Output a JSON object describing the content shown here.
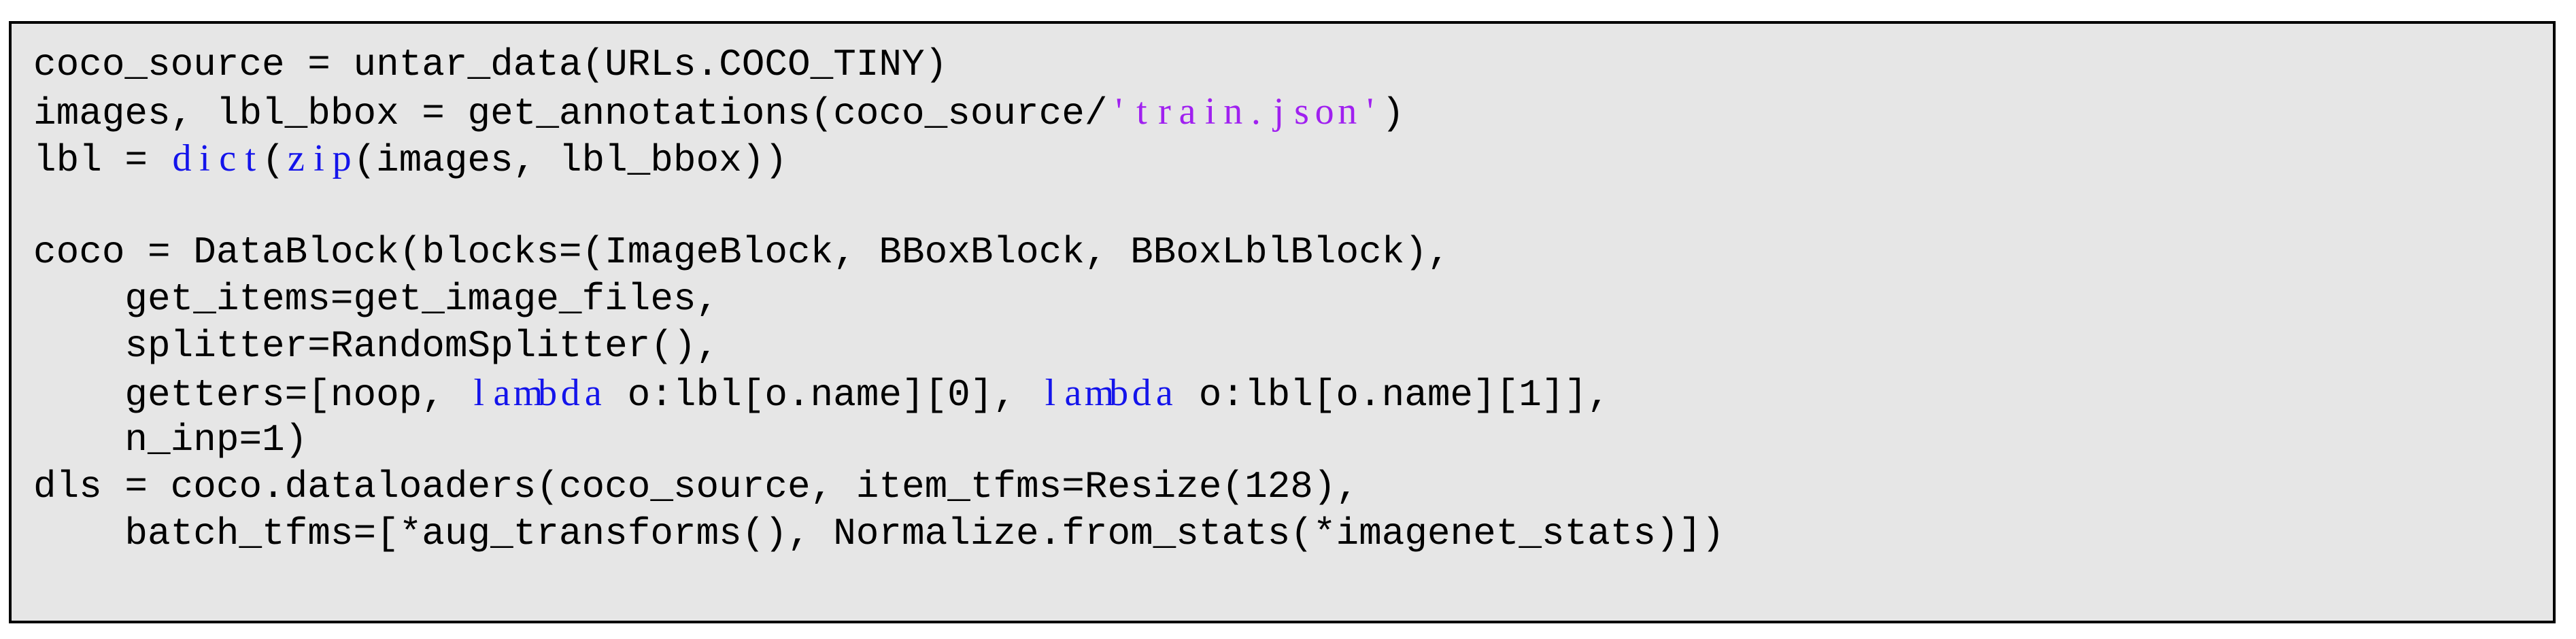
{
  "page": {
    "background": "#ffffff"
  },
  "code_block": {
    "language": "python",
    "background": "#e6e6e6",
    "border_color": "#000000",
    "text_color": "#000000",
    "keyword_color": "#1414eb",
    "string_color": "#a020f0",
    "lines": [
      {
        "segments": [
          {
            "t": "coco_source = untar_data(URLs.COCO_TINY)",
            "s": "code"
          }
        ]
      },
      {
        "segments": [
          {
            "t": "images, lbl_bbox = get_annotations(coco_source/",
            "s": "code"
          },
          {
            "t": "'train.json'",
            "s": "string"
          },
          {
            "t": ")",
            "s": "code"
          }
        ]
      },
      {
        "segments": [
          {
            "t": "lbl = ",
            "s": "code"
          },
          {
            "t": "dict",
            "s": "keyword"
          },
          {
            "t": "(",
            "s": "code"
          },
          {
            "t": "zip",
            "s": "keyword"
          },
          {
            "t": "(images, lbl_bbox))",
            "s": "code"
          }
        ]
      },
      {
        "segments": []
      },
      {
        "segments": [
          {
            "t": "coco = DataBlock(blocks=(ImageBlock, BBoxBlock, BBoxLblBlock),",
            "s": "code"
          }
        ]
      },
      {
        "segments": [
          {
            "t": "    get_items=get_image_files,",
            "s": "code"
          }
        ]
      },
      {
        "segments": [
          {
            "t": "    splitter=RandomSplitter(),",
            "s": "code"
          }
        ]
      },
      {
        "segments": [
          {
            "t": "    getters=[noop, ",
            "s": "code"
          },
          {
            "t": "lambda",
            "s": "keyword"
          },
          {
            "t": " o:lbl[o.name][0], ",
            "s": "code"
          },
          {
            "t": "lambda",
            "s": "keyword"
          },
          {
            "t": " o:lbl[o.name][1]],",
            "s": "code"
          }
        ]
      },
      {
        "segments": [
          {
            "t": "    n_inp=1)",
            "s": "code"
          }
        ]
      },
      {
        "segments": [
          {
            "t": "dls = coco.dataloaders(coco_source, item_tfms=Resize(128),",
            "s": "code"
          }
        ]
      },
      {
        "segments": [
          {
            "t": "    batch_tfms=[*aug_transforms(), Normalize.from_stats(*imagenet_stats)])",
            "s": "code"
          }
        ]
      }
    ]
  }
}
